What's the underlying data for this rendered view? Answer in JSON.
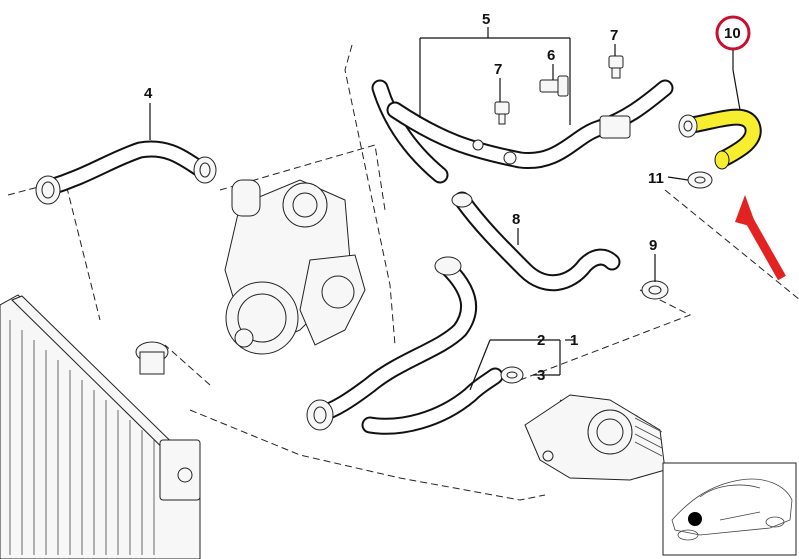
{
  "callouts": {
    "c1": "1",
    "c2": "2",
    "c3": "3",
    "c4": "4",
    "c5": "5",
    "c6": "6",
    "c7a": "7",
    "c7b": "7",
    "c8": "8",
    "c9": "9",
    "c10": "10",
    "c11": "11"
  },
  "highlight": {
    "part_number": "10",
    "hose_color": "#f7ee2f",
    "circle_color": "#c8102e",
    "arrow_color": "#e32222"
  }
}
